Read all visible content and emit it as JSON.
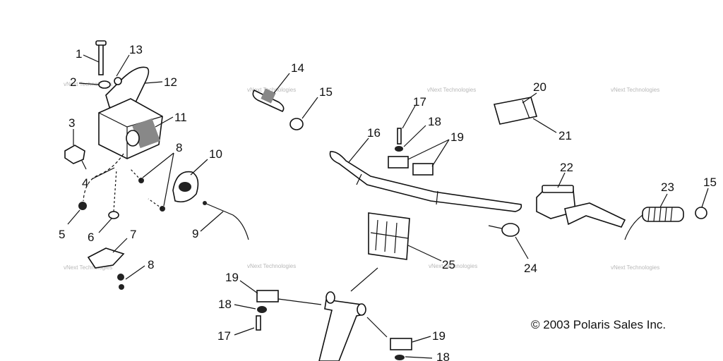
{
  "labels": {
    "l1": "1",
    "l2": "2",
    "l3": "3",
    "l4": "4",
    "l5": "5",
    "l6": "6",
    "l7": "7",
    "l8a": "8",
    "l8b": "8",
    "l9": "9",
    "l10": "10",
    "l11": "11",
    "l12": "12",
    "l13": "13",
    "l14": "14",
    "l15a": "15",
    "l15b": "15",
    "l16": "16",
    "l17a": "17",
    "l17b": "17",
    "l18a": "18",
    "l18b": "18",
    "l18c": "18",
    "l19a": "19",
    "l19b": "19",
    "l19c": "19",
    "l20": "20",
    "l21": "21",
    "l22": "22",
    "l23": "23",
    "l24": "24",
    "l25": "25"
  },
  "watermark": "vNext Technologies",
  "copyright": "© 2003 Polaris Sales Inc."
}
